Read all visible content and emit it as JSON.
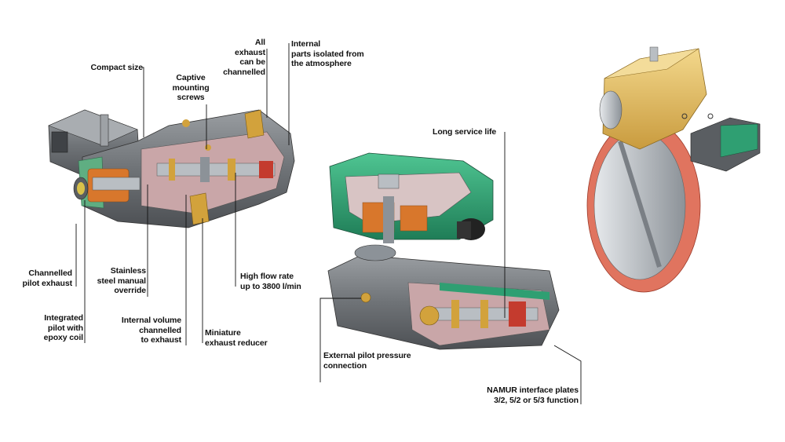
{
  "colors": {
    "valve_body": "#6f7377",
    "cutaway_interior": "#c9a6a8",
    "coil_orange": "#d8772c",
    "brass": "#d2a23c",
    "green_housing": "#2f9f72",
    "actuator_gold": "#e2bf62",
    "valve_disc_red": "#e0745f",
    "steel": "#b9bec3"
  },
  "icons": {
    "left_valve": "solenoid-valve-cutaway-icon",
    "center_valve": "namur-valve-cutaway-icon",
    "right_assembly": "butterfly-valve-actuator-icon"
  },
  "labels": {
    "compact_size": "Compact size",
    "captive_screws": "Captive\nmounting\nscrews",
    "all_exhaust": "All\nexhaust\ncan be\nchannelled",
    "internal_parts": "Internal\nparts isolated from\nthe atmosphere",
    "channelled_pilot": "Channelled\npilot exhaust",
    "stainless_override": "Stainless\nsteel manual\noverride",
    "integrated_pilot": "Integrated\npilot with\nepoxy coil",
    "internal_volume": "Internal volume\nchannelled\nto exhaust",
    "miniature_reducer": "Miniature\nexhaust reducer",
    "high_flow": "High flow rate\nup to 3800 l/min",
    "long_service": "Long service life",
    "external_pilot": "External pilot pressure\nconnection",
    "namur_plates": "NAMUR interface plates\n3/2, 5/2 or 5/3 function"
  }
}
